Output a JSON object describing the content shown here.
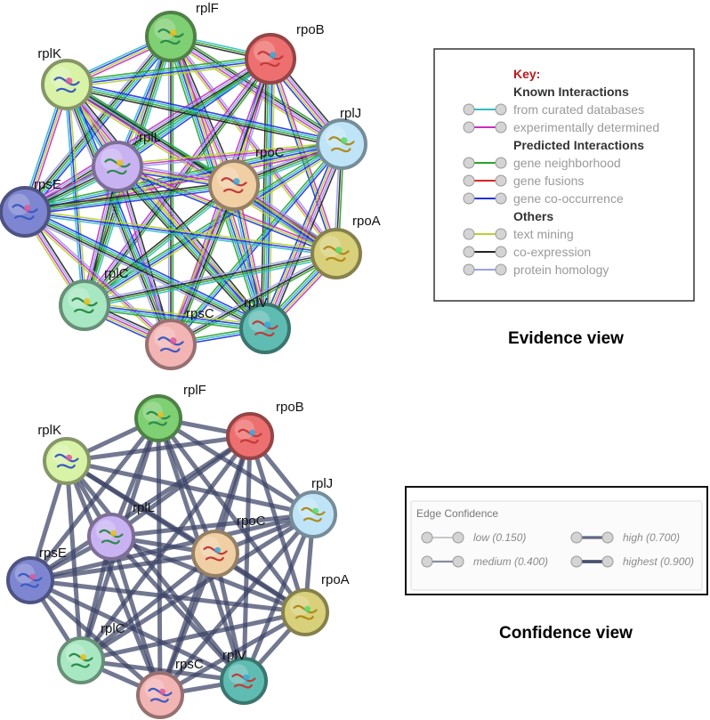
{
  "nodes": [
    {
      "id": "rplF",
      "label": "rplF",
      "color": "#7fcf73"
    },
    {
      "id": "rpoB",
      "label": "rpoB",
      "color": "#ee6f6f"
    },
    {
      "id": "rplK",
      "label": "rplK",
      "color": "#d8f2a6"
    },
    {
      "id": "rplJ",
      "label": "rplJ",
      "color": "#bfe4f7"
    },
    {
      "id": "rplL",
      "label": "rplL",
      "color": "#c9b2f2"
    },
    {
      "id": "rpoC",
      "label": "rpoC",
      "color": "#f1cfa4"
    },
    {
      "id": "rpsE",
      "label": "rpsE",
      "color": "#7e86d1"
    },
    {
      "id": "rpoA",
      "label": "rpoA",
      "color": "#d8d07a"
    },
    {
      "id": "rplC",
      "label": "rplC",
      "color": "#a7e7c1"
    },
    {
      "id": "rplV",
      "label": "rplV",
      "color": "#5fbcb2"
    },
    {
      "id": "rpsC",
      "label": "rpsC",
      "color": "#f3b4b4"
    }
  ],
  "evidence_key": {
    "title": "Key:",
    "groups": [
      {
        "heading": "Known Interactions",
        "items": [
          {
            "label": "from curated databases",
            "color": "#31bcc6"
          },
          {
            "label": "experimentally determined",
            "color": "#c62ec3"
          }
        ]
      },
      {
        "heading": "Predicted Interactions",
        "items": [
          {
            "label": "gene neighborhood",
            "color": "#2aa22a"
          },
          {
            "label": "gene fusions",
            "color": "#e02020"
          },
          {
            "label": "gene co-occurrence",
            "color": "#2030e0"
          }
        ]
      },
      {
        "heading": "Others",
        "items": [
          {
            "label": "text mining",
            "color": "#b4d42a"
          },
          {
            "label": "co-expression",
            "color": "#222222"
          },
          {
            "label": "protein homology",
            "color": "#9aa0e8"
          }
        ]
      }
    ]
  },
  "evidence_view_title": "Evidence view",
  "confidence_key": {
    "title": "Edge Confidence",
    "items": [
      {
        "label": "low (0.150)",
        "weight": 0.15
      },
      {
        "label": "high (0.700)",
        "weight": 0.7
      },
      {
        "label": "medium (0.400)",
        "weight": 0.4
      },
      {
        "label": "highest (0.900)",
        "weight": 0.9
      }
    ]
  },
  "confidence_view_title": "Confidence view",
  "colors": {
    "edge_confidence": "#3d4466",
    "node_border_darken": "#555"
  }
}
